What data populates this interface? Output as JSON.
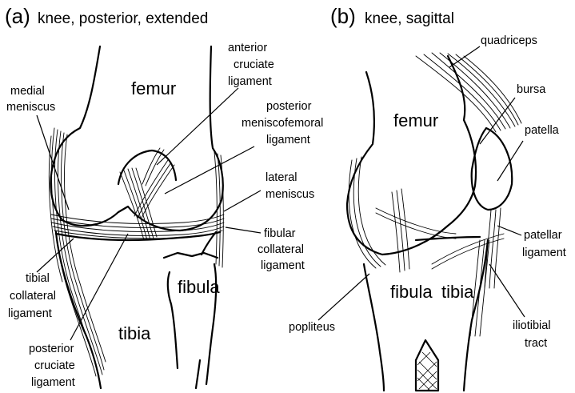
{
  "panel_a": {
    "letter": "(a)",
    "subtitle": "knee, posterior, extended",
    "bones": {
      "femur": "femur",
      "tibia": "tibia",
      "fibula": "fibula"
    },
    "labels": {
      "acl": [
        "anterior",
        "cruciate",
        "ligament"
      ],
      "medial_meniscus": [
        "medial",
        "meniscus"
      ],
      "pmfl": [
        "posterior",
        "meniscofemoral",
        "ligament"
      ],
      "lateral_meniscus": [
        "lateral",
        "meniscus"
      ],
      "fcl": [
        "fibular",
        "collateral",
        "ligament"
      ],
      "tcl": [
        "tibial",
        "collateral",
        "ligament"
      ],
      "pcl": [
        "posterior",
        "cruciate",
        "ligament"
      ]
    }
  },
  "panel_b": {
    "letter": "(b)",
    "subtitle": "knee, sagittal",
    "bones": {
      "femur": "femur",
      "fibula": "fibula",
      "tibia": "tibia"
    },
    "labels": {
      "quadriceps": "quadriceps",
      "bursa": "bursa",
      "patella": "patella",
      "patellar_ligament": [
        "patellar",
        "ligament"
      ],
      "popliteus": "popliteus",
      "iliotibial_tract": [
        "iliotibial",
        "tract"
      ]
    }
  }
}
